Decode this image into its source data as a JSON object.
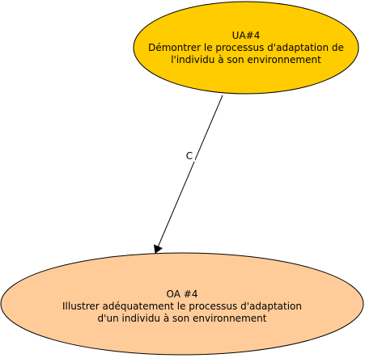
{
  "nodes": {
    "ua": {
      "id_label": "UA#4",
      "line1": "Démontrer le processus d'adaptation de",
      "line2": "l'individu à son environnement",
      "fill": "#FFCC00",
      "stroke": "#000000"
    },
    "oa": {
      "id_label": "OA #4",
      "line1": "Illustrer adéquatement le processus d'adaptation",
      "line2": "d'un individu à son environnement",
      "fill": "#FFCC99",
      "stroke": "#000000"
    }
  },
  "edge": {
    "label": "C",
    "color": "#000000"
  }
}
